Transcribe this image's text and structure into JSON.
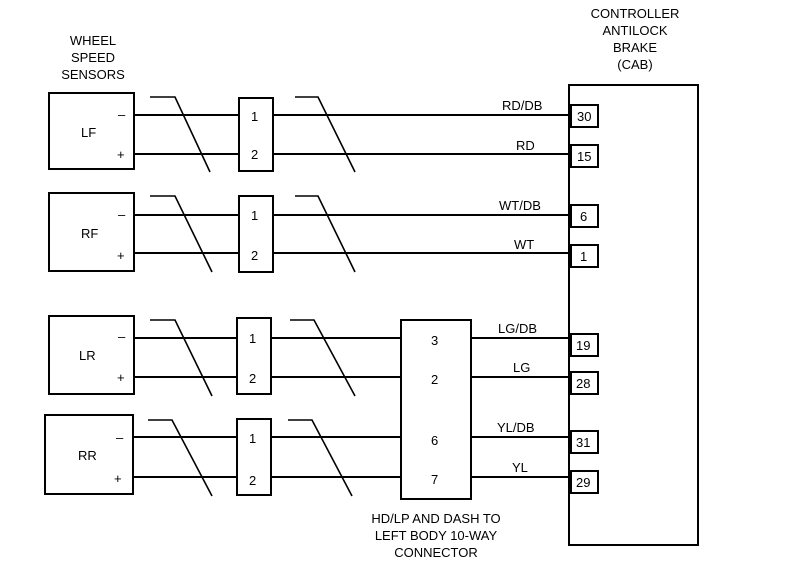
{
  "title_left": [
    "WHEEL",
    "SPEED",
    "SENSORS"
  ],
  "controller": {
    "title": [
      "CONTROLLER",
      "ANTILOCK",
      "BRAKE",
      "(CAB)"
    ]
  },
  "sensors": [
    {
      "id": "lf",
      "name": "LF",
      "minus": "–",
      "plus": "+",
      "conn": [
        "1",
        "2"
      ]
    },
    {
      "id": "rf",
      "name": "RF",
      "minus": "–",
      "plus": "+",
      "conn": [
        "1",
        "2"
      ]
    },
    {
      "id": "lr",
      "name": "LR",
      "minus": "–",
      "plus": "+",
      "conn": [
        "1",
        "2"
      ]
    },
    {
      "id": "rr",
      "name": "RR",
      "minus": "–",
      "plus": "+",
      "conn": [
        "1",
        "2"
      ]
    }
  ],
  "ten_way": {
    "pins": [
      "3",
      "2",
      "6",
      "7"
    ],
    "caption": [
      "HD/LP AND DASH TO",
      "LEFT BODY 10-WAY",
      "CONNECTOR"
    ]
  },
  "wires": [
    {
      "color": "RD/DB",
      "pin": "30"
    },
    {
      "color": "RD",
      "pin": "15"
    },
    {
      "color": "WT/DB",
      "pin": "6"
    },
    {
      "color": "WT",
      "pin": "1"
    },
    {
      "color": "LG/DB",
      "pin": "19"
    },
    {
      "color": "LG",
      "pin": "28"
    },
    {
      "color": "YL/DB",
      "pin": "31"
    },
    {
      "color": "YL",
      "pin": "29"
    }
  ]
}
